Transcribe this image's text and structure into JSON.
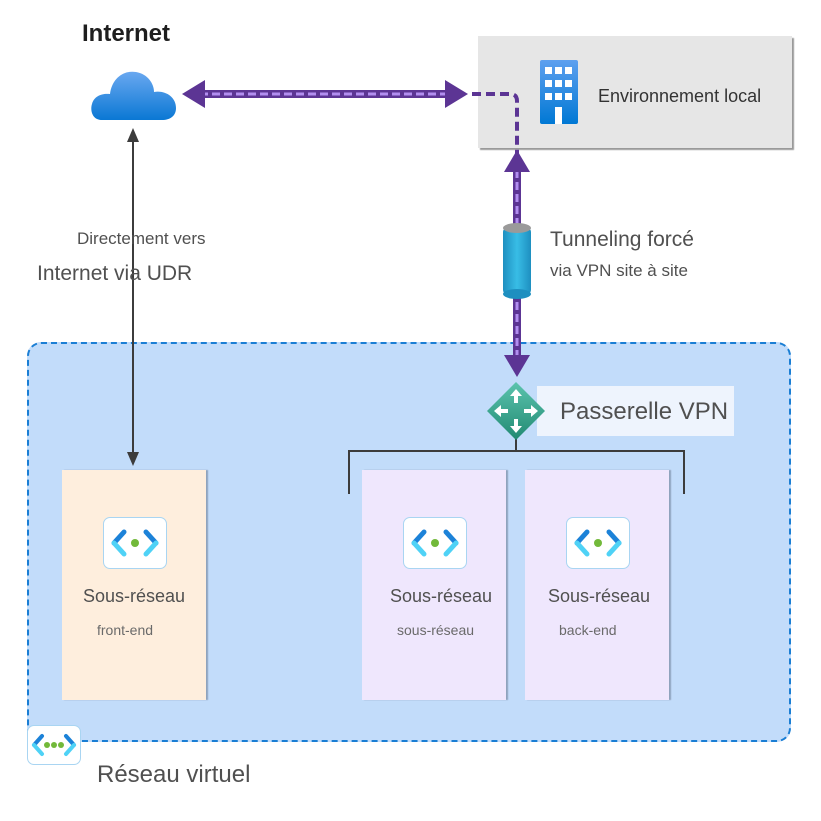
{
  "internet": {
    "title": "Internet",
    "icon": "cloud-icon"
  },
  "on_premises": {
    "label": "Environnement local",
    "icon": "building-icon"
  },
  "direct_route": {
    "line1": "Directement vers",
    "line2": "Internet via UDR"
  },
  "forced_tunnel": {
    "line1": "Tunneling forcé",
    "line2": "via VPN site à site",
    "icon": "tunnel-icon"
  },
  "vpn_gateway": {
    "label": "Passerelle VPN",
    "icon": "vpn-gateway-icon"
  },
  "subnets": [
    {
      "title": "Sous-réseau",
      "subtitle": "front-end",
      "icon": "subnet-icon"
    },
    {
      "title": "Sous-réseau",
      "subtitle": "sous-réseau",
      "icon": "subnet-icon"
    },
    {
      "title": "Sous-réseau",
      "subtitle": "back-end",
      "icon": "subnet-icon"
    }
  ],
  "virtual_network": {
    "label": "Réseau virtuel",
    "icon": "virtual-network-icon"
  },
  "colors": {
    "tunnel_path": "#5c3594",
    "tunnel_dash": "#b28ef0",
    "vnet_fill": "#c2dcfa",
    "vnet_border": "#1a7ed4",
    "frontend_fill": "#feeedd",
    "subnet_fill": "#efe7fd",
    "onprem_fill": "#e6e6e6"
  }
}
